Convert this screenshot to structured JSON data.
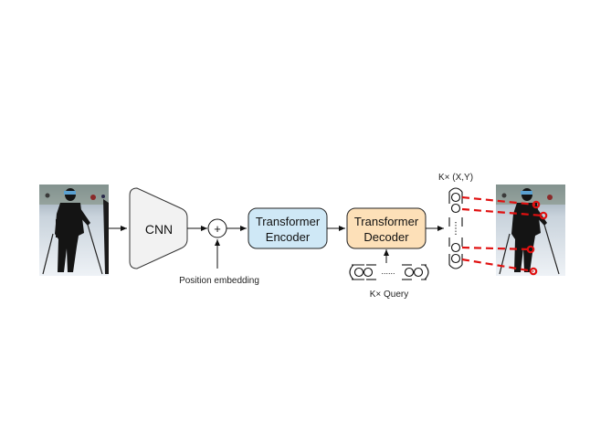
{
  "diagram": {
    "cnn_label": "CNN",
    "plus_symbol": "+",
    "position_embedding_label": "Position embedding",
    "encoder": {
      "line1": "Transformer",
      "line2": "Encoder",
      "fill": "#cfe8f6",
      "stroke": "#222222"
    },
    "decoder": {
      "line1": "Transformer",
      "line2": "Decoder",
      "fill": "#fde0b8",
      "stroke": "#222222"
    },
    "query_label": "K× Query",
    "query_dots": "......",
    "output_label": "K× (X,Y)",
    "keypoint_color": "#e01010",
    "images": {
      "input": "skier-photo-input",
      "output": "skier-photo-with-keypoints"
    }
  }
}
